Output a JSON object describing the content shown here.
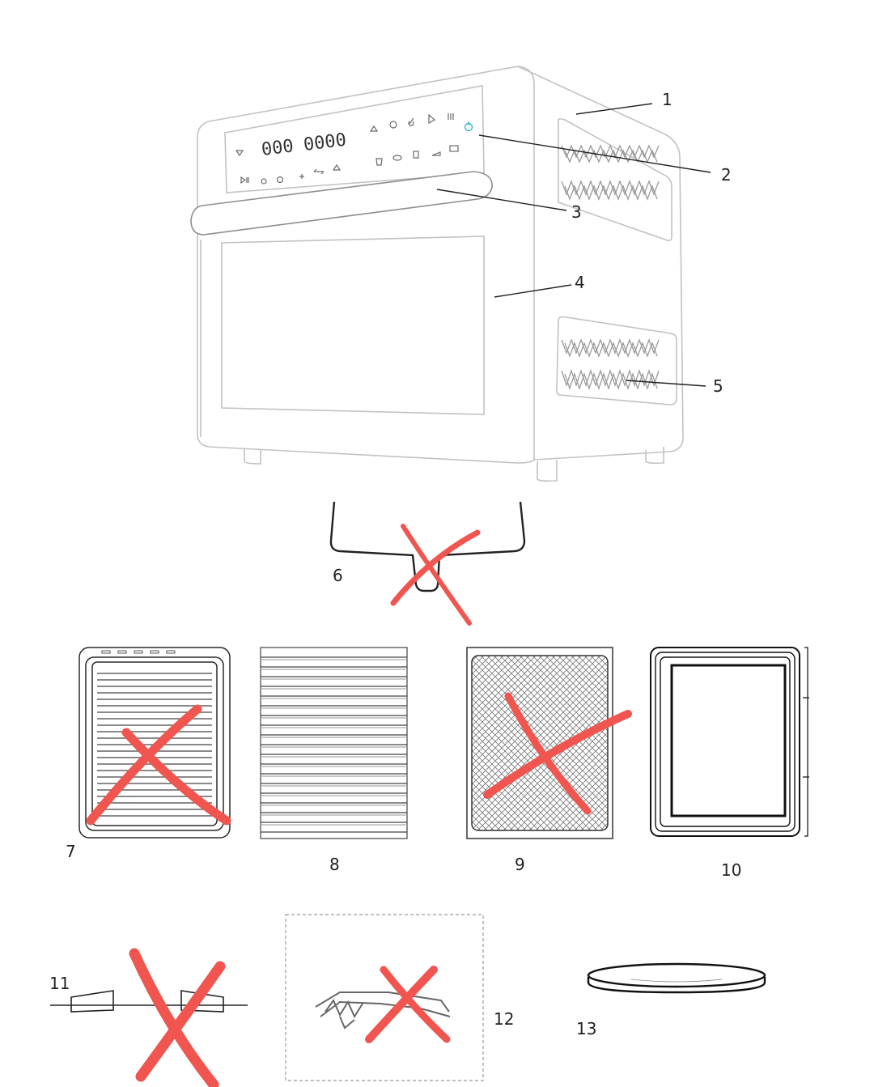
{
  "colors": {
    "line": "#3a3a3a",
    "light": "#b8b8b8",
    "cross": "#f0554f",
    "power": "#3fb6c8"
  },
  "display": {
    "left_digits": "000",
    "right_digits": "0000"
  },
  "callouts": {
    "c1": "1",
    "c2": "2",
    "c3": "3",
    "c4": "4",
    "c5": "5",
    "c6": "6",
    "c7": "7",
    "c8": "8",
    "c9": "9",
    "c10": "10",
    "c11": "11",
    "c12": "12",
    "c13": "13"
  },
  "crossed_out_parts": [
    "6",
    "7",
    "9",
    "11",
    "12"
  ],
  "icons": [
    "power-icon",
    "vent-icon",
    "display-icon",
    "accessory-icon"
  ]
}
